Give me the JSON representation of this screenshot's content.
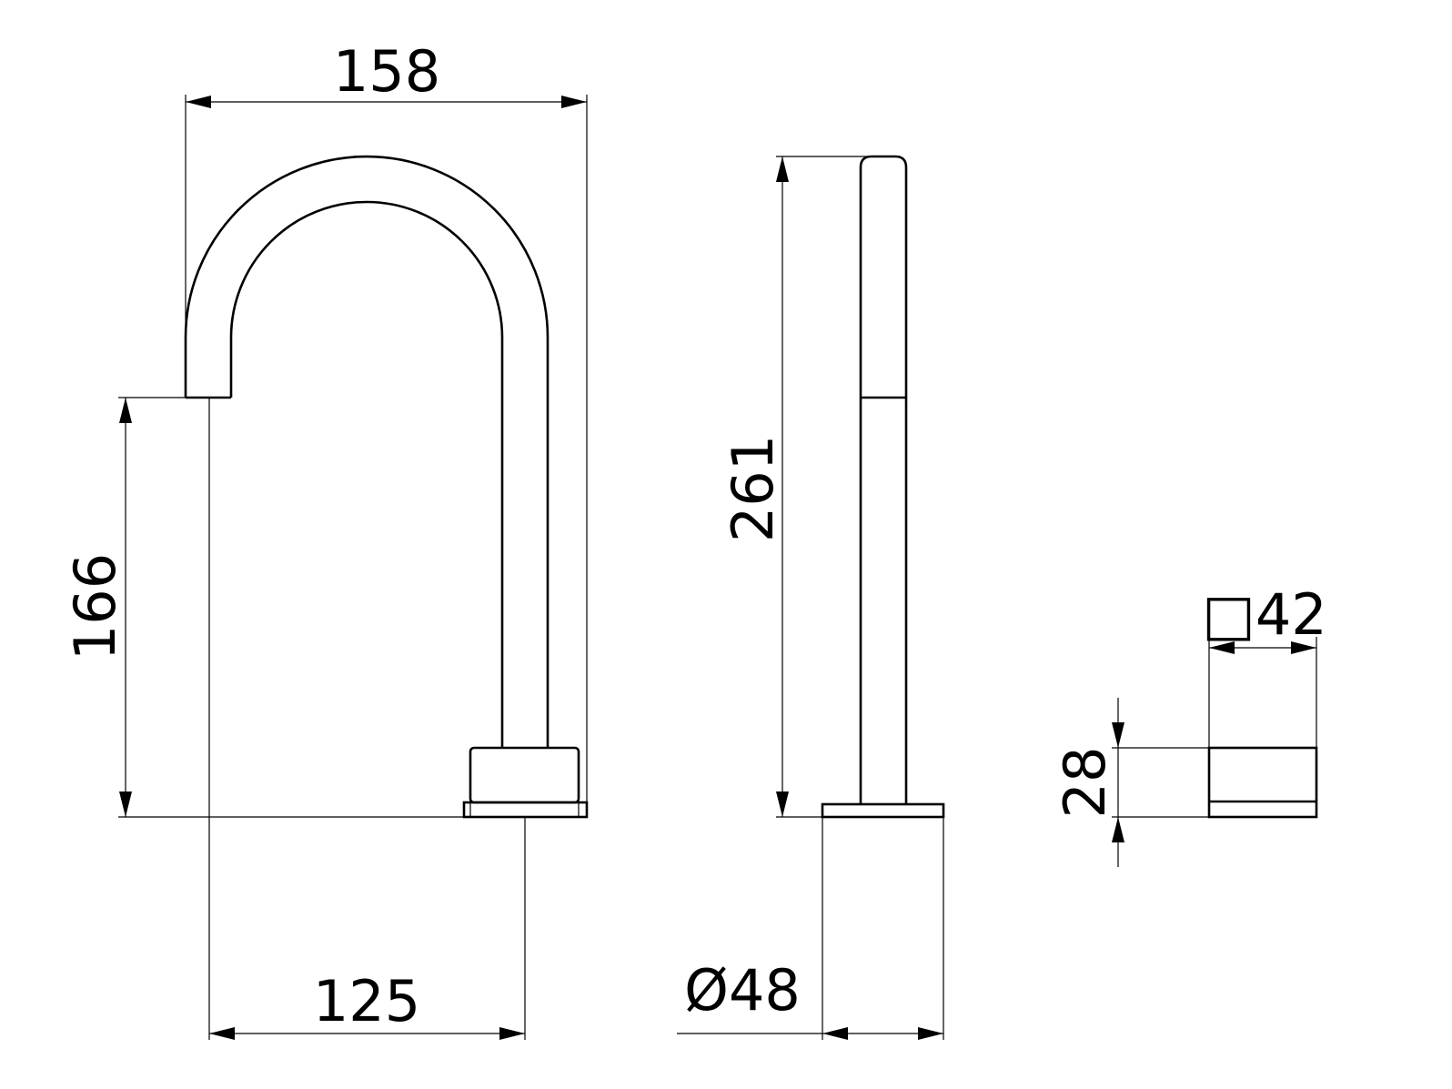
{
  "dimensions": {
    "spout_width": "158",
    "spout_outlet_height": "166",
    "spout_reach": "125",
    "total_height": "261",
    "base_diameter": "Ø48",
    "handle_width": "□42",
    "handle_height": "28"
  }
}
